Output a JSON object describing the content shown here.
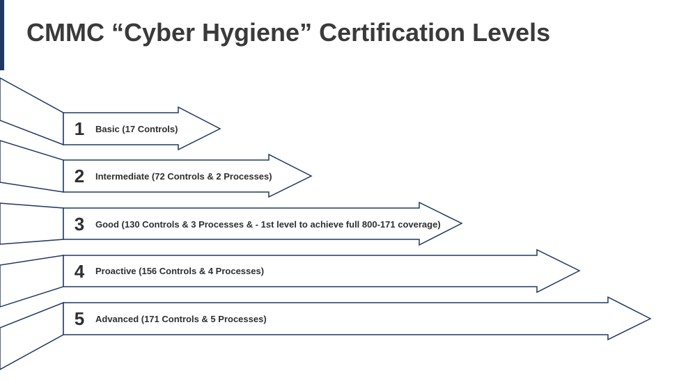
{
  "slide": {
    "title": "CMMC “Cyber Hygiene” Certification Levels"
  },
  "levels": [
    {
      "number": "1",
      "label": "Basic (17 Controls)"
    },
    {
      "number": "2",
      "label": "Intermediate (72 Controls & 2 Processes)"
    },
    {
      "number": "3",
      "label": "Good (130 Controls & 3 Processes & - 1st level to achieve full 800-171 coverage)"
    },
    {
      "number": "4",
      "label": "Proactive (156 Controls & 4 Processes)"
    },
    {
      "number": "5",
      "label": "Advanced (171 Controls & 5 Processes)"
    }
  ],
  "colors": {
    "accent": "#1f3864",
    "outline": "#1f3864",
    "title": "#3a3a3a"
  }
}
